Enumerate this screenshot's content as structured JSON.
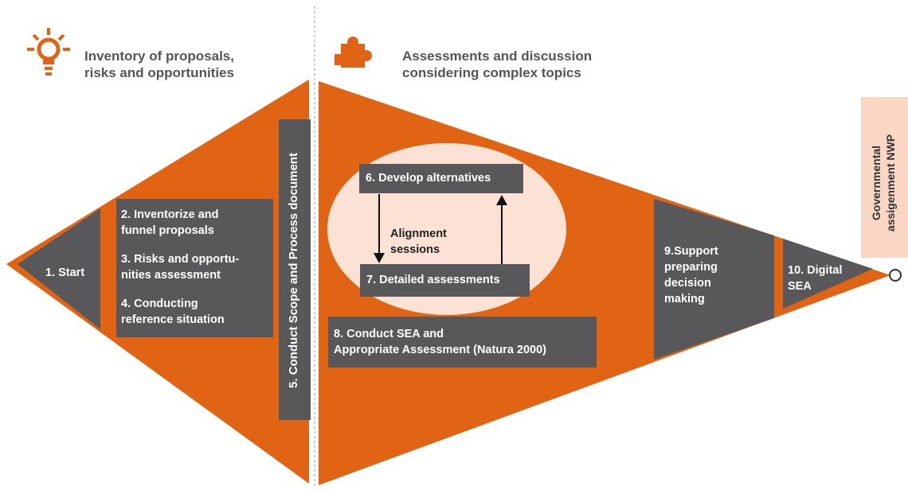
{
  "colors": {
    "orange": "#e06414",
    "dark_box": "#58585a",
    "light_ellipse": "#fbe2d4",
    "govt_box": "#f9d7c4",
    "header_text": "#555555"
  },
  "headers": {
    "left": {
      "icon": "lightbulb-icon",
      "line1": "Inventory of proposals,",
      "line2": "risks and opportunities"
    },
    "right": {
      "icon": "puzzle-piece-icon",
      "line1": "Assessments and discussion",
      "line2": "considering complex topics"
    }
  },
  "steps": {
    "s1": "1. Start",
    "s2": [
      "2. Inventorize and",
      "funnel proposals"
    ],
    "s3": [
      "3. Risks and opportu-",
      "nities assessment"
    ],
    "s4": [
      "4. Conducting",
      "reference situation"
    ],
    "s5": "5. Conduct Scope and Process document",
    "s6": "6. Develop alternatives",
    "alignment": [
      "Alignment",
      "sessions"
    ],
    "s7": "7. Detailed assessments",
    "s8": [
      "8. Conduct SEA and",
      "Appropriate Assessment (Natura 2000)"
    ],
    "s9": [
      "9.Support",
      "preparing",
      "decision",
      "making"
    ],
    "s10": [
      "10. Digital",
      "SEA"
    ],
    "govt": [
      "Governmental",
      "assigenment NWP"
    ]
  }
}
